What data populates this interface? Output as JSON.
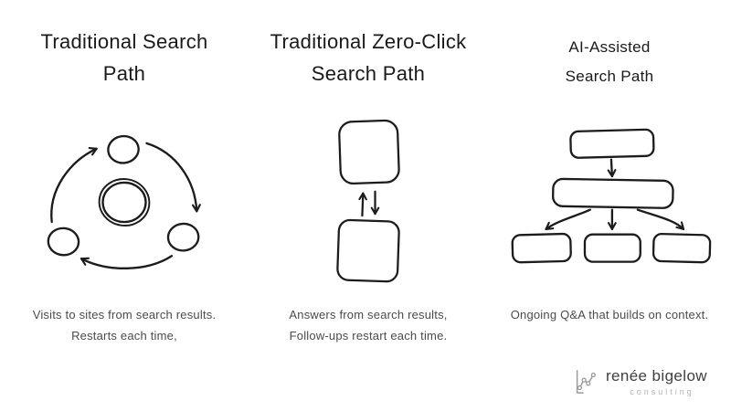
{
  "colors": {
    "background": "#ffffff",
    "ink": "#1c1c1c",
    "caption": "#4b4b4b",
    "logo_gray": "#9b9b9b"
  },
  "columns": [
    {
      "title_line1": "Traditional Search",
      "title_line2": "Path",
      "caption_line1": "Visits to sites from search results.",
      "caption_line2": "Restarts each time,"
    },
    {
      "title_line1": "Traditional Zero-Click",
      "title_line2": "Search Path",
      "caption_line1": "Answers from search results,",
      "caption_line2": "Follow-ups restart each time."
    },
    {
      "title_line1": "AI-Assisted",
      "title_line2": "Search Path",
      "caption_line1": "Ongoing Q&A that builds on context.",
      "caption_line2": ""
    }
  ],
  "logo": {
    "name": "renée bigelow",
    "subtitle": "consulting"
  }
}
